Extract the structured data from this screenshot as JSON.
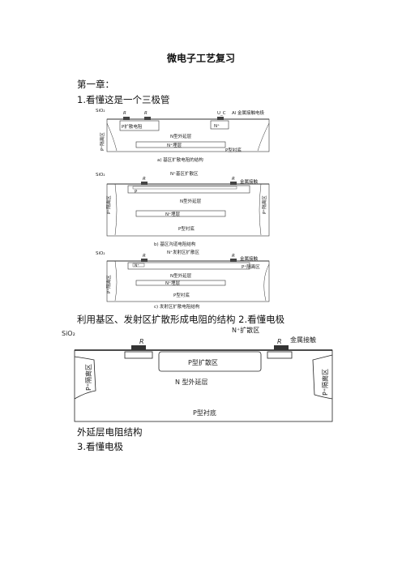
{
  "doc": {
    "title": "微电子工艺复习",
    "chapter": "第一章：",
    "item1": "1.看懂这是一个三极管",
    "caption_line": "利用基区、发射区扩散形成电阻的结构 2.看懂电极",
    "caption2": "外延层电阻结构",
    "item3": "3.看懂电极"
  },
  "fig1": {
    "a": {
      "sio2": "SiO₂",
      "r1": "R",
      "r2": "R",
      "uc": "U_C",
      "al_contact": "Al 金属接触电极",
      "p_resist": "P扩散电阻",
      "n_plus_box": "N⁺",
      "p_iso": "P⁺隔离区",
      "n_epi": "N型外延层",
      "n_buried": "N⁺埋层",
      "p_sub": "P型衬底",
      "caption": "a) 基区扩散电阻的结构"
    },
    "b": {
      "sio2": "SiO₂",
      "n_base": "N⁺基区扩散区",
      "r1": "R",
      "r2": "R",
      "metal": "金属接触",
      "p": "P",
      "p_iso_l": "P⁺隔离区",
      "p_iso_r": "P⁺隔离区",
      "n_epi": "N型外延层",
      "n_buried": "N⁺埋层",
      "p_sub": "P型衬底",
      "caption": "b) 基区沟道电阻结构"
    },
    "c": {
      "sio2": "SiO₂",
      "n_emit": "N⁺发射区扩散区",
      "r1": "R",
      "r2": "R",
      "metal": "金属接触",
      "p_iso_r": "P⁺隔离区",
      "n_plus": "N⁺",
      "p_iso_l": "P⁺隔离区",
      "n_epi": "N型外延层",
      "n_buried": "N⁺埋层",
      "p_sub": "P型衬底",
      "caption": "c) 发射区扩散电阻结构"
    }
  },
  "fig2": {
    "sio2": "SiO₂",
    "n_plus_diff": "N⁺扩散区",
    "metal": "金属接触",
    "r1": "R",
    "r2": "R",
    "p_iso_l": "P⁺隔离区",
    "p_iso_r": "P⁺隔离区",
    "p_diff": "P型扩散区",
    "n_epi": "N 型外延层",
    "p_sub": "P型衬底"
  }
}
